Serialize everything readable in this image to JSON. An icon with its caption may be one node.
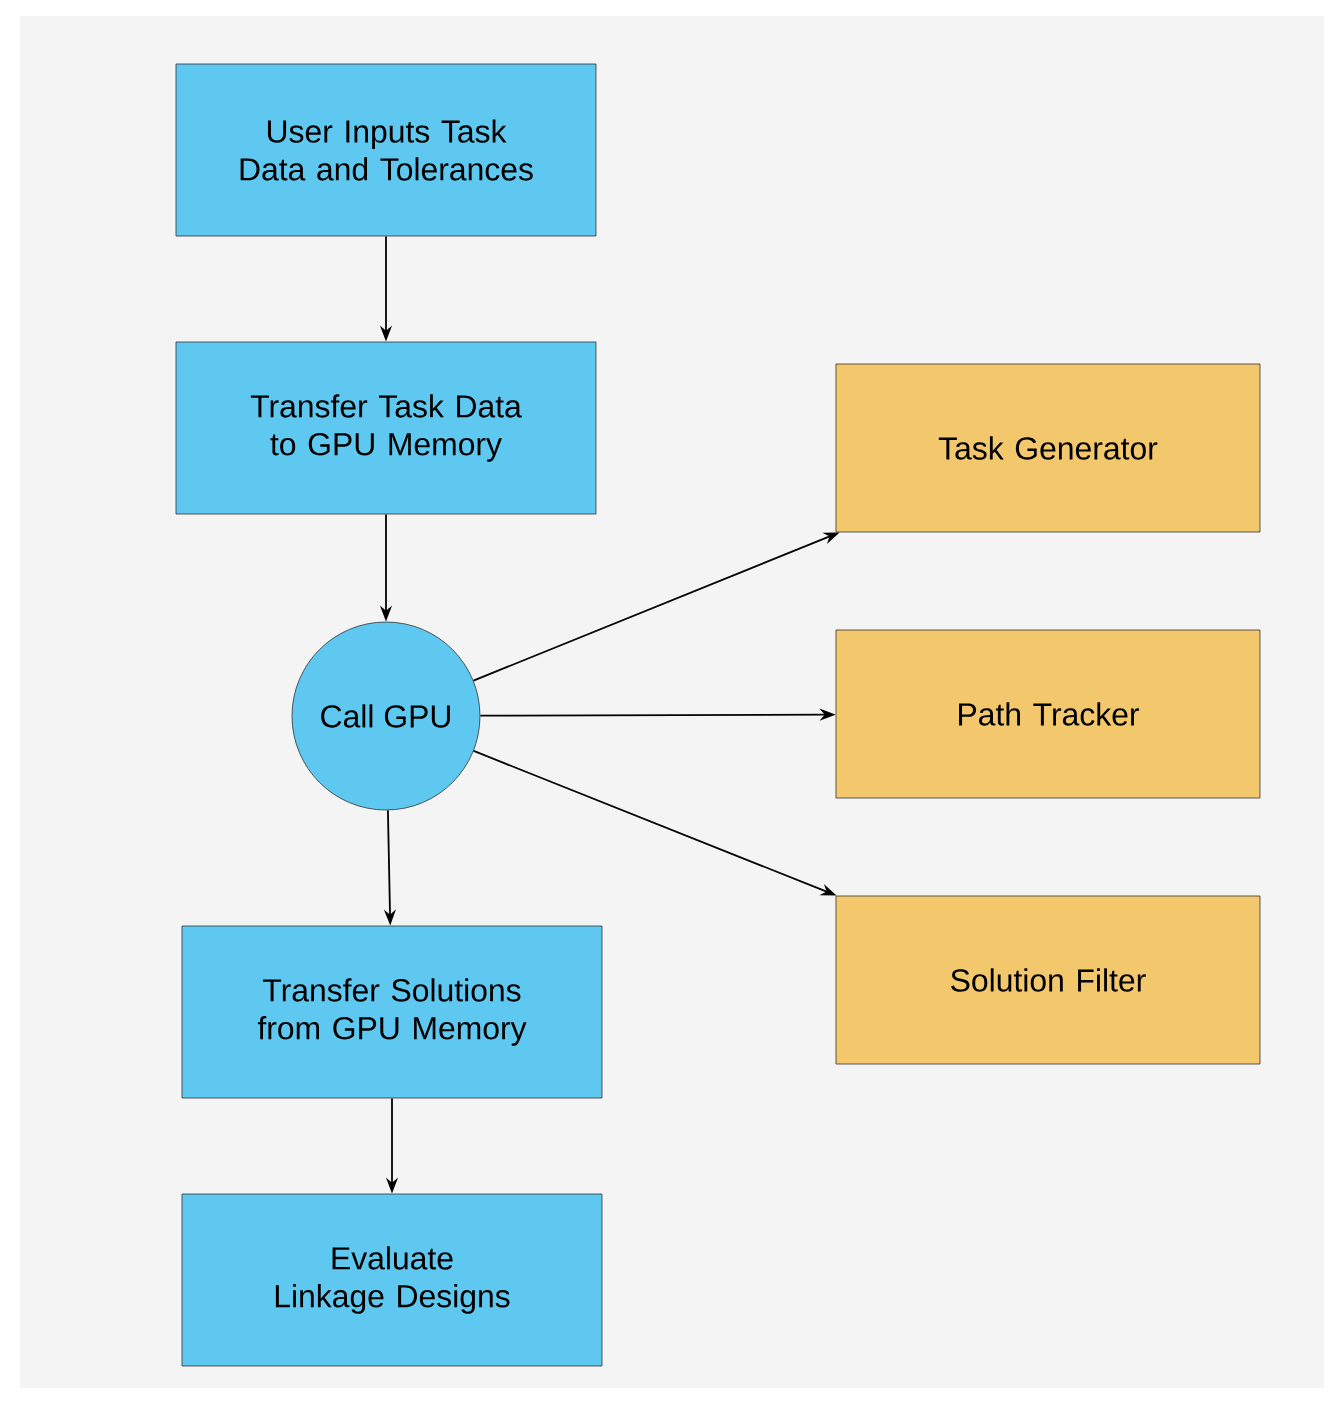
{
  "diagram": {
    "nodes": [
      {
        "text": [
          "User Inputs Task Data and Tolerances"
        ]
      },
      {
        "text": [
          "Transfer Task Data to GPU Memory"
        ]
      },
      {
        "text": [
          "Call GPU"
        ]
      },
      {
        "text": [
          "Transfer Solutions from GPU Memory"
        ]
      },
      {
        "text": [
          "Evaluate Linkage Designs"
        ]
      },
      {
        "text": [
          "Task Generator"
        ]
      },
      {
        "text": [
          "Path Tracker"
        ]
      },
      {
        "text": [
          "Solution Filter"
        ]
      }
    ],
    "edges": [
      {
        "from": 0,
        "to": 1,
        "arrow": "to"
      },
      {
        "from": 1,
        "to": 2,
        "arrow": "to"
      },
      {
        "from": 2,
        "to": 3,
        "arrow": "to"
      },
      {
        "from": 3,
        "to": 4,
        "arrow": "to"
      },
      {
        "from": 2,
        "to": 5,
        "arrow": "to"
      },
      {
        "from": 2,
        "to": 6,
        "arrow": "to"
      },
      {
        "from": 2,
        "to": 7,
        "arrow": "to"
      }
    ]
  }
}
